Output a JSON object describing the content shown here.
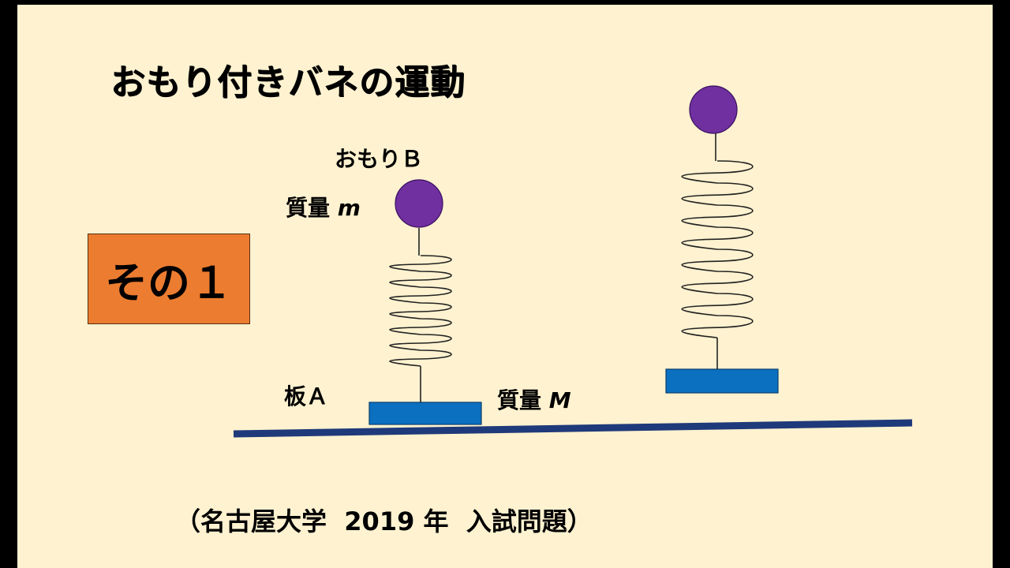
{
  "title": "おもり付きバネの運動",
  "badge": "その１",
  "labels": {
    "weight_b": "おもりＢ",
    "mass_m_prefix": "質量",
    "mass_m_symbol": "m",
    "plate_a": "板Ａ",
    "mass_M_prefix": "質量",
    "mass_M_symbol": "M"
  },
  "footer": "（名古屋大学  2019 年  入試問題）",
  "colors": {
    "background": "#fef2d0",
    "badge": "#ec7c30",
    "ball": "#7030a0",
    "plate": "#0b70c0",
    "floor": "#1f3a7a"
  }
}
